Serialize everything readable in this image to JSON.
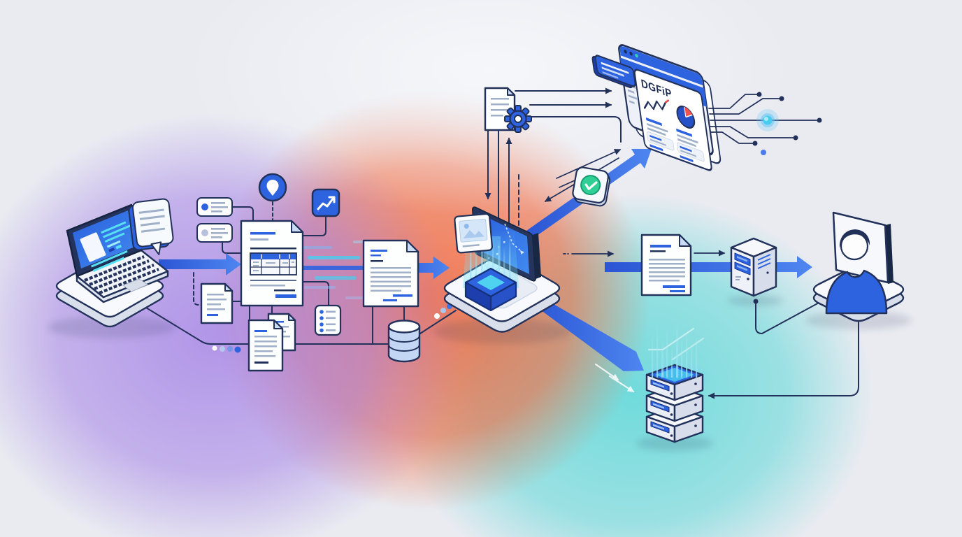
{
  "diagram": {
    "description": "Isometric illustration of an automated document pipeline: a user's laptop sends forms and documents through data extraction and a holographic processing terminal, which routes validated results to a DGFiP analytics dashboard, an output document, a gateway server, an agent workstation and an archive server stack",
    "dashboard": {
      "title": "DGFiP"
    },
    "colors": {
      "background": "#eaecf2",
      "outline_navy": "#22315a",
      "primary_blue": "#2e63e0",
      "deep_blue": "#1d3fae",
      "cyan": "#4fd2f0",
      "light_blue_fill": "#cfe0f5",
      "green_check": "#2fcf96",
      "pie_red": "#ef5350",
      "glow_purple": "#a484e4",
      "glow_orange": "#f46e46",
      "glow_teal": "#5ad7d6"
    },
    "nodes": [
      {
        "id": "user-laptop",
        "icon": "laptop-icon"
      },
      {
        "id": "chat-note",
        "icon": "speech-bubble-icon"
      },
      {
        "id": "notification-cards",
        "icon": "notification-chip-icon"
      },
      {
        "id": "location-badge",
        "icon": "location-pin-icon"
      },
      {
        "id": "trend-badge",
        "icon": "trend-chart-icon"
      },
      {
        "id": "source-form",
        "icon": "invoice-document-icon"
      },
      {
        "id": "supporting-documents",
        "icon": "documents-icon"
      },
      {
        "id": "checklist",
        "icon": "checklist-icon"
      },
      {
        "id": "database",
        "icon": "database-icon"
      },
      {
        "id": "extracted-document",
        "icon": "document-icon"
      },
      {
        "id": "processing-terminal",
        "icon": "hologram-terminal-icon"
      },
      {
        "id": "processing-job",
        "icon": "gear-document-icon"
      },
      {
        "id": "validation",
        "icon": "check-badge-icon"
      },
      {
        "id": "dgfip-dashboard",
        "icon": "analytics-window-icon"
      },
      {
        "id": "network-node",
        "icon": "circuit-glow-icon"
      },
      {
        "id": "output-document",
        "icon": "document-icon"
      },
      {
        "id": "gateway-server",
        "icon": "server-icon"
      },
      {
        "id": "agent-workstation",
        "icon": "person-screen-icon"
      },
      {
        "id": "archive-servers",
        "icon": "server-stack-icon"
      }
    ]
  }
}
